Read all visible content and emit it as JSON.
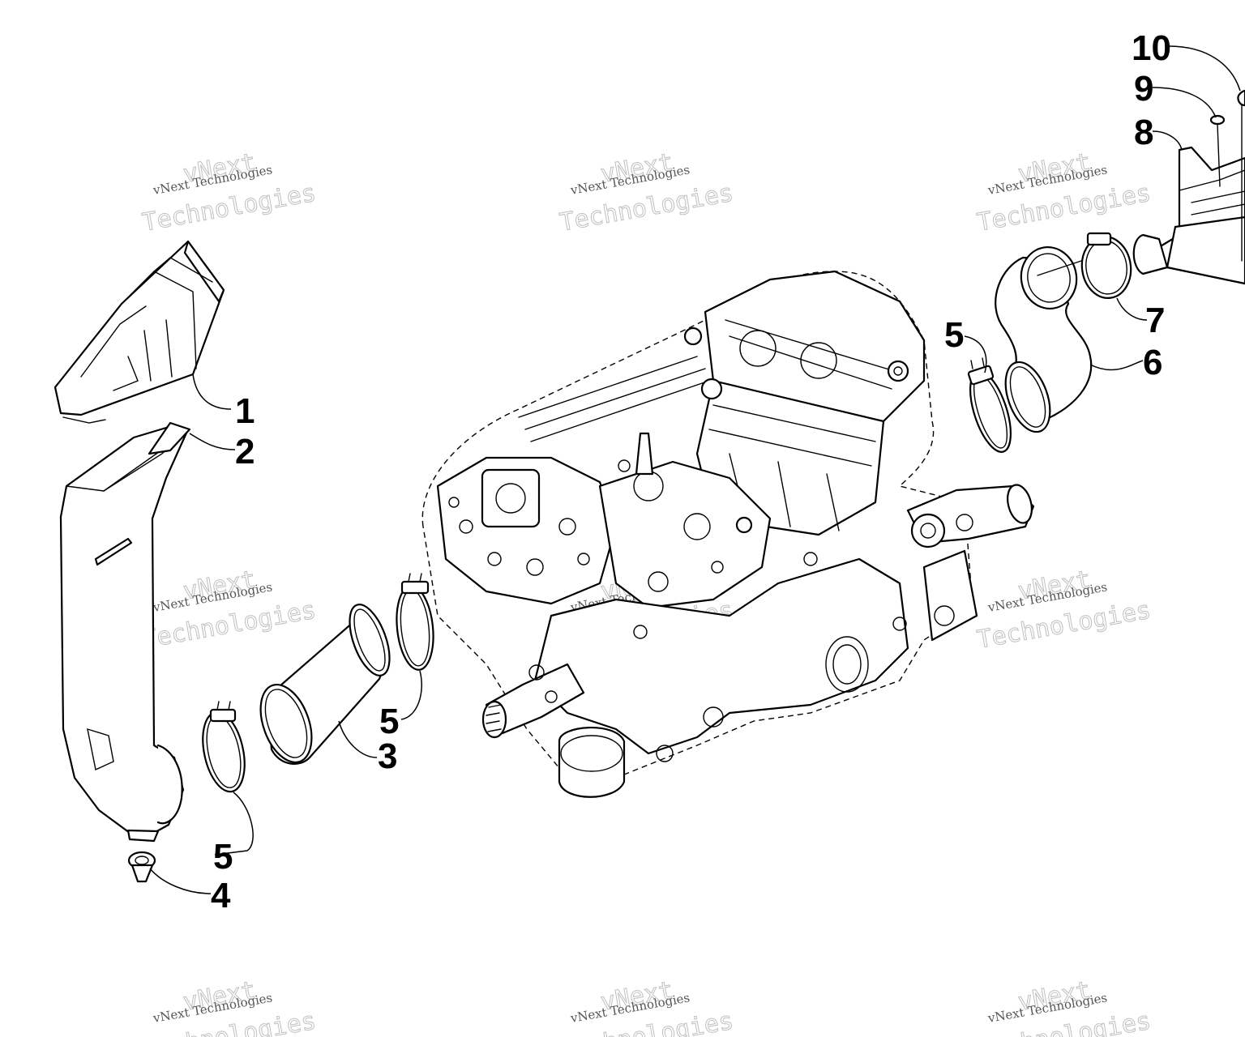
{
  "callouts": [
    {
      "id": "1",
      "label": "1"
    },
    {
      "id": "2",
      "label": "2"
    },
    {
      "id": "3",
      "label": "3"
    },
    {
      "id": "4",
      "label": "4"
    },
    {
      "id": "5a",
      "label": "5"
    },
    {
      "id": "5b",
      "label": "5"
    },
    {
      "id": "5c",
      "label": "5"
    },
    {
      "id": "6",
      "label": "6"
    },
    {
      "id": "7",
      "label": "7"
    },
    {
      "id": "8",
      "label": "8"
    },
    {
      "id": "9",
      "label": "9"
    },
    {
      "id": "10",
      "label": "10"
    }
  ],
  "watermark": {
    "small": "vNext Technologies",
    "big_top": "vNext",
    "big_bottom": "Technologies"
  }
}
